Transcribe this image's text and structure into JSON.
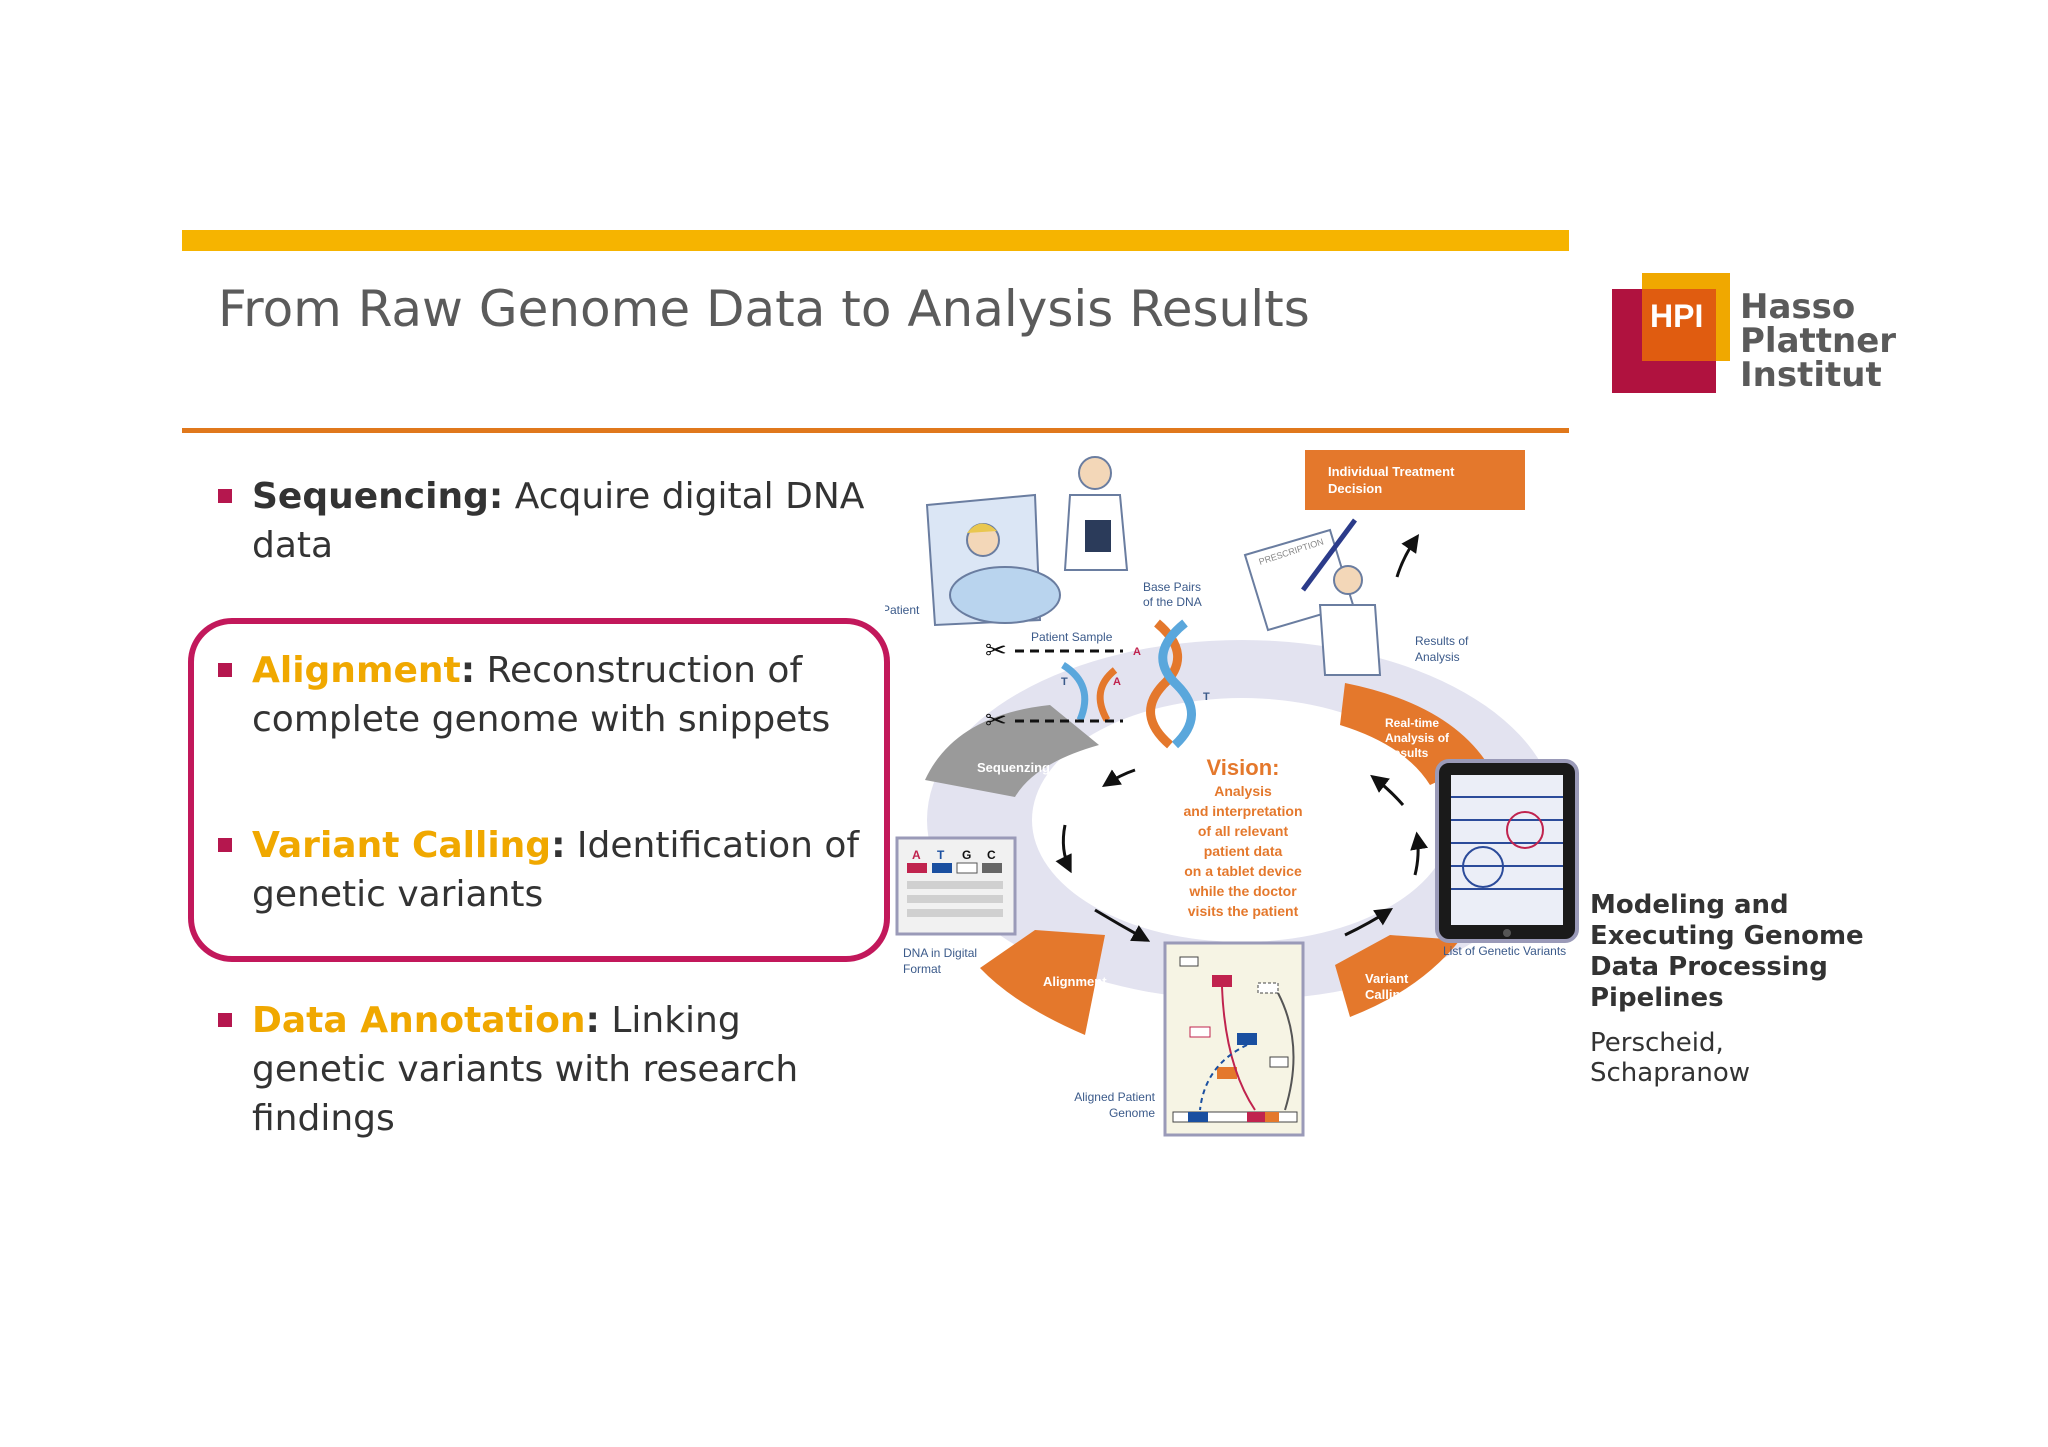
{
  "slide": {
    "title": "From Raw Genome Data to Analysis Results"
  },
  "logo": {
    "mark": "HPI",
    "line1": "Hasso",
    "line2": "Plattner",
    "line3": "Institut"
  },
  "bullets": [
    {
      "term": "Sequencing:",
      "text": " Acquire digital DNA data"
    },
    {
      "term": "Alignment",
      "colon": ":",
      "text": " Reconstruction of complete genome with snippets"
    },
    {
      "term": "Variant Calling",
      "colon": ":",
      "text": " Identification of genetic variants"
    },
    {
      "term": "Data Annotation",
      "colon": ":",
      "text": " Linking genetic variants with research findings"
    }
  ],
  "diagram": {
    "individual_treatment": [
      "Individual Treatment",
      "Decision"
    ],
    "patient": "Patient",
    "base_pairs": [
      "Base Pairs",
      "of the DNA"
    ],
    "patient_sample": "Patient Sample",
    "results_of_analysis": [
      "Results of",
      "Analysis"
    ],
    "prescription": "PRESCRIPTION",
    "realtime": [
      "Real-time",
      "Analysis of",
      "Results"
    ],
    "sequencing": "Sequenzing",
    "vision_title": "Vision:",
    "vision_lines": [
      "Analysis",
      "and interpretation",
      "of all relevant",
      "patient data",
      "on a tablet device",
      "while the doctor",
      "visits the patient"
    ],
    "dna_digital": [
      "DNA in Digital",
      "Format"
    ],
    "list_variants": "List of Genetic Variants",
    "alignment": "Alignment",
    "variant_calling": [
      "Variant",
      "Calling"
    ],
    "aligned_genome": [
      "Aligned Patient",
      "Genome"
    ],
    "bases": [
      "A",
      "T",
      "G",
      "C"
    ],
    "base_letters_dna": [
      "A",
      "T",
      "T",
      "A"
    ]
  },
  "side": {
    "title": "Modeling and Executing Genome Data Processing Pipelines",
    "authors": "Perscheid, Schapranow"
  },
  "colors": {
    "accent_yellow": "#f6b400",
    "accent_orange": "#e0781c",
    "highlight_red": "#c2185b",
    "diagram_orange": "#e4782c"
  }
}
